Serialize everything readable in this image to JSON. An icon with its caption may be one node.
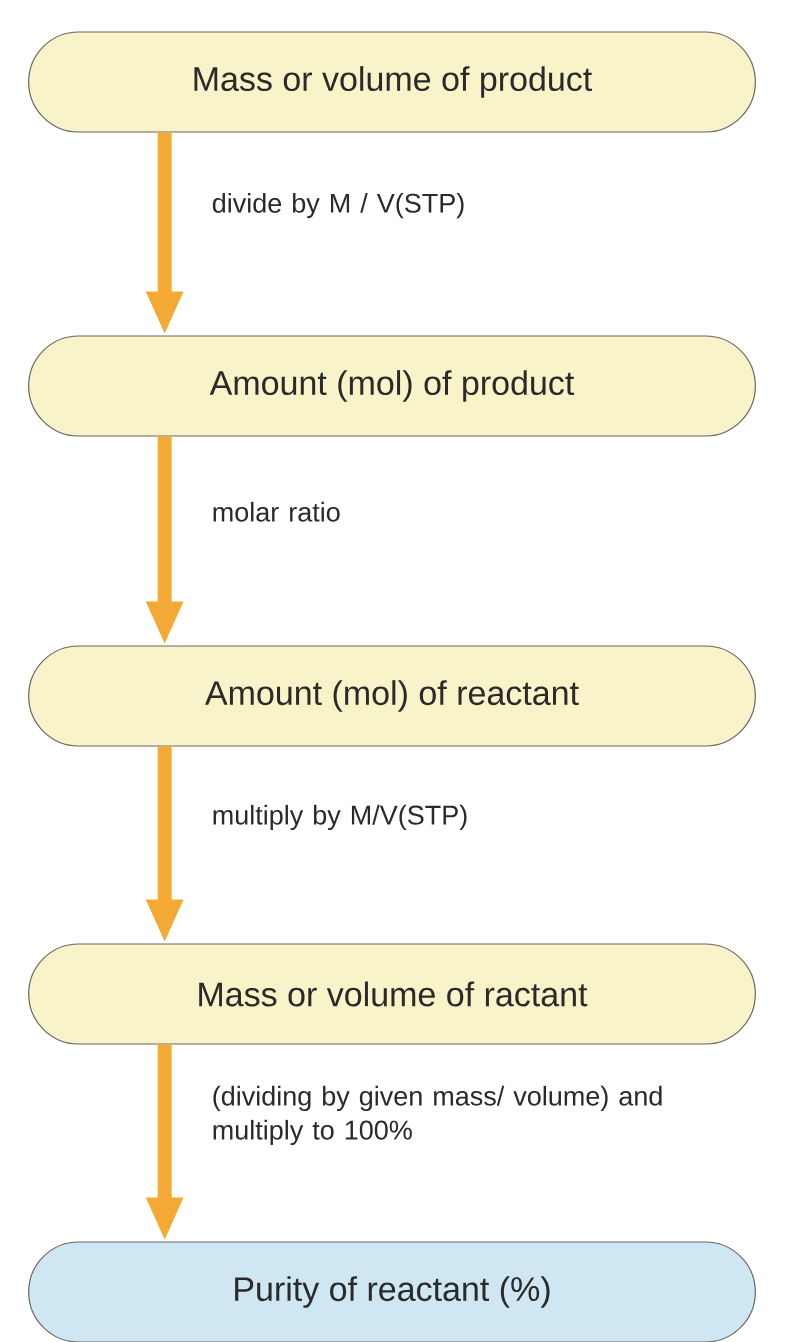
{
  "diagram": {
    "nodes": [
      {
        "text": [
          "Mass or volume of product"
        ]
      },
      {
        "text": [
          "Amount (mol) of product"
        ]
      },
      {
        "text": [
          "Amount (mol) of reactant"
        ]
      },
      {
        "text": [
          "Mass or volume of ractant"
        ]
      },
      {
        "text": [
          "Purity of reactant (%)"
        ]
      }
    ],
    "edges": [
      {
        "from": 0,
        "to": 1,
        "arrow": "to",
        "label": "divide by M / V(STP)"
      },
      {
        "from": 1,
        "to": 2,
        "arrow": "to",
        "label": "molar ratio"
      },
      {
        "from": 2,
        "to": 3,
        "arrow": "to",
        "label": "multiply by M/V(STP)"
      },
      {
        "from": 3,
        "to": 4,
        "arrow": "to",
        "label": "(dividing by given mass/ volume) and multiply to 100%"
      }
    ]
  }
}
